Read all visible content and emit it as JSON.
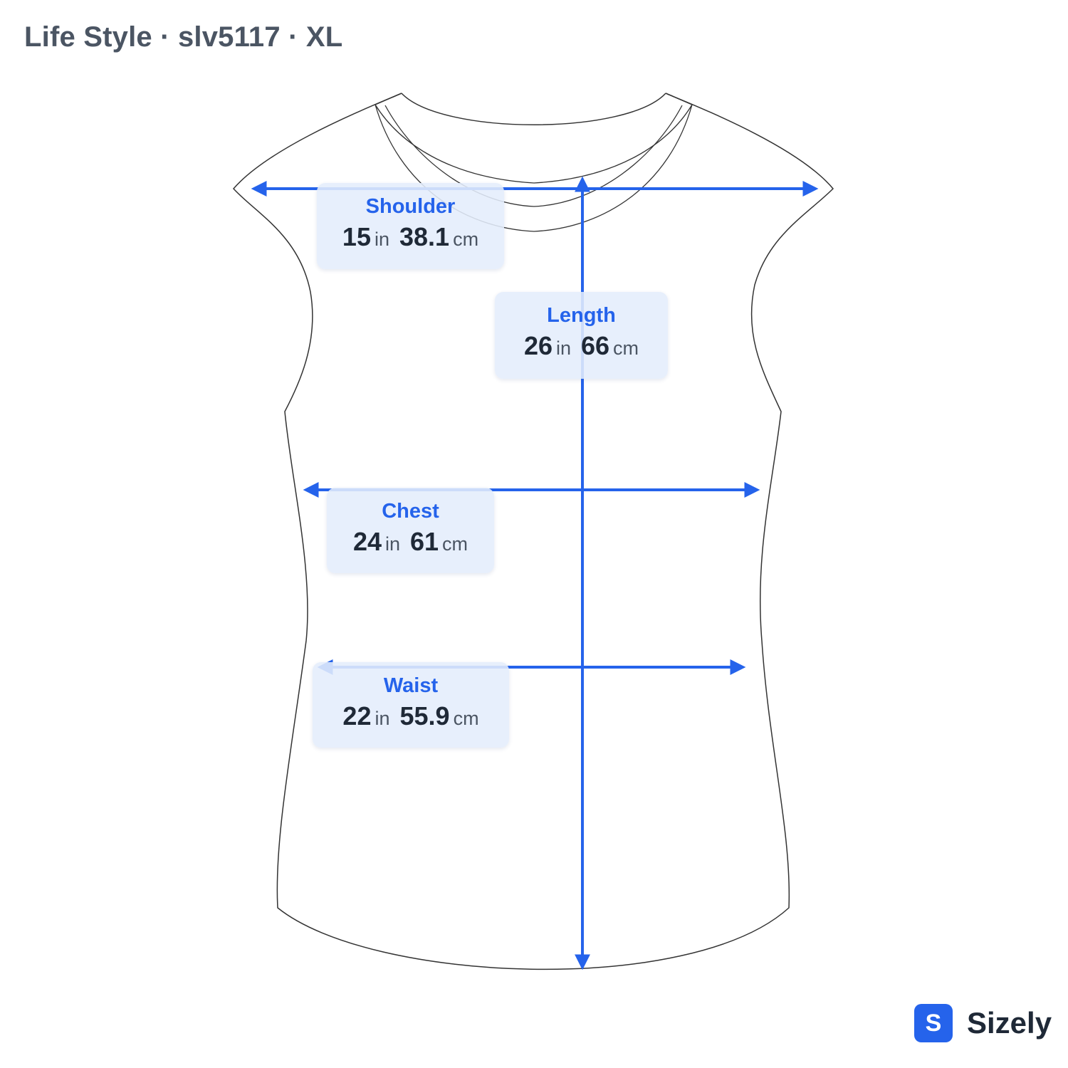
{
  "title": "Life Style · slv5117 · XL",
  "measurements": {
    "shoulder": {
      "label": "Shoulder",
      "in": "15",
      "cm": "38.1",
      "in_unit": "in",
      "cm_unit": "cm"
    },
    "length": {
      "label": "Length",
      "in": "26",
      "cm": "66",
      "in_unit": "in",
      "cm_unit": "cm"
    },
    "chest": {
      "label": "Chest",
      "in": "24",
      "cm": "61",
      "in_unit": "in",
      "cm_unit": "cm"
    },
    "waist": {
      "label": "Waist",
      "in": "22",
      "cm": "55.9",
      "in_unit": "in",
      "cm_unit": "cm"
    }
  },
  "brand": {
    "badge": "S",
    "name": "Sizely"
  },
  "colors": {
    "accent": "#2563eb",
    "outline": "#333333",
    "label_bg": "#e4edfc",
    "title": "#4b5563"
  }
}
